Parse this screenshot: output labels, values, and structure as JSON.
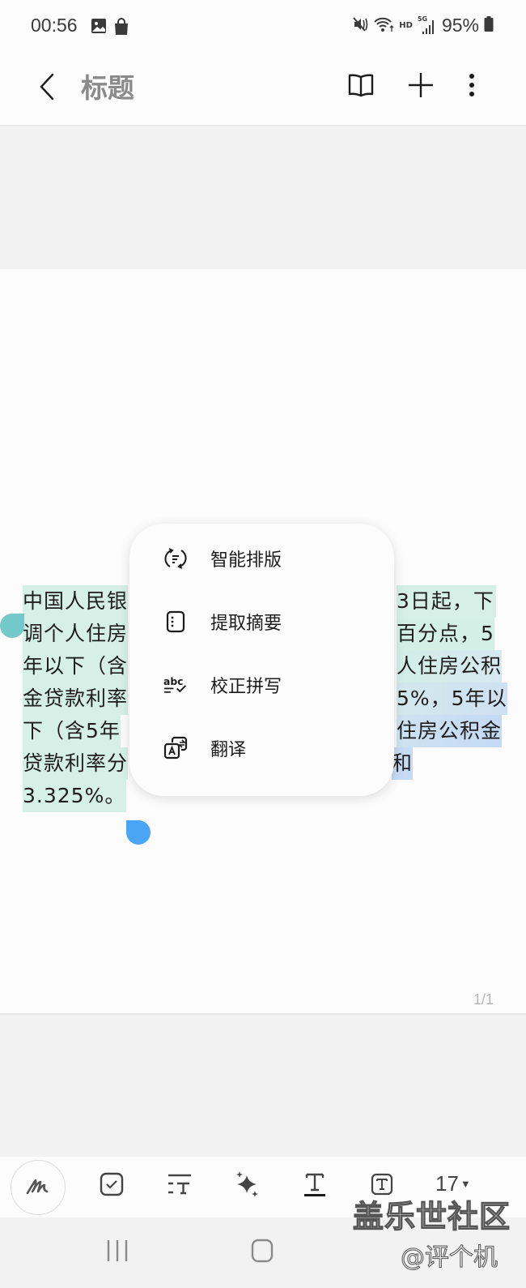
{
  "status_bar": {
    "time": "00:56",
    "left_icons": [
      "gallery-icon",
      "shopping-bag-icon"
    ],
    "right_icons": [
      "mute-vibrate-icon",
      "wifi-icon",
      "hd-icon",
      "5g-signal-icon"
    ],
    "hd_label": "HD",
    "network_label": "5G",
    "battery_percent": "95%"
  },
  "app_bar": {
    "title": "标题",
    "actions": [
      "reading-mode-icon",
      "add-icon",
      "more-options-icon"
    ]
  },
  "document": {
    "page_indicator": "1/1",
    "selected_text_lines": [
      {
        "left": "中国人民银",
        "right": "3日起，下"
      },
      {
        "left": "调个人住房",
        "right": "百分点，5"
      },
      {
        "left": "年以下（含",
        "right": "人住房公积"
      },
      {
        "left": "金贷款利率",
        "right": "5%，5年以"
      },
      {
        "left": "下（含5年",
        "right": "住房公积金"
      },
      {
        "left": "贷款利率分",
        "right": "和"
      },
      {
        "left": "3.325%。",
        "right": ""
      }
    ],
    "selection_colors": {
      "start": "#d6f0e7",
      "end": "#c4d9f5",
      "handle_start": "#73c8c9",
      "handle_end": "#4aa5f7"
    }
  },
  "context_menu": {
    "items": [
      {
        "label": "智能排版",
        "icon": "auto-format-icon"
      },
      {
        "label": "提取摘要",
        "icon": "summarize-icon"
      },
      {
        "label": "校正拼写",
        "icon": "spell-check-icon"
      },
      {
        "label": "翻译",
        "icon": "translate-icon"
      }
    ]
  },
  "toolbar": {
    "items": [
      "handwriting-icon",
      "checkbox-icon",
      "paragraph-format-icon",
      "ai-sparkle-icon",
      "text-color-icon",
      "text-box-icon"
    ],
    "font_size": "17"
  },
  "watermark": {
    "line1": "盖乐世社区",
    "line2": "@评个机"
  }
}
